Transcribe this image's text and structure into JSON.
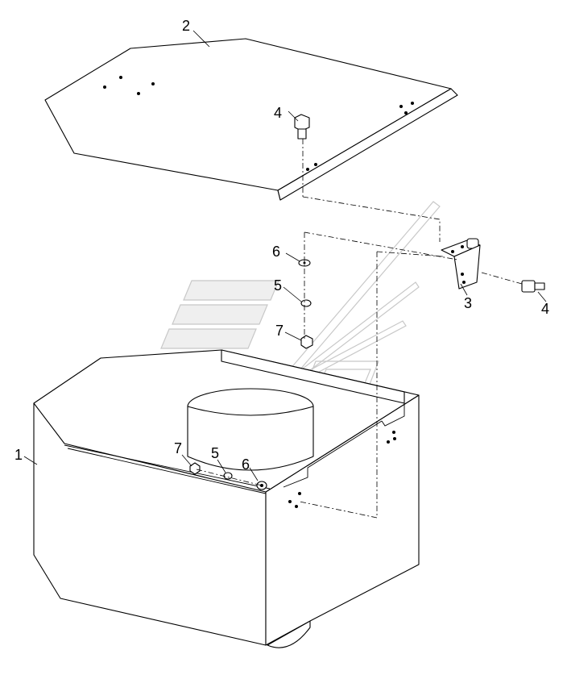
{
  "callouts": {
    "part_1": "1",
    "part_2": "2",
    "part_3": "3",
    "part_4_top": "4",
    "part_4_right": "4",
    "part_5_mid": "5",
    "part_5_low": "5",
    "part_6_mid": "6",
    "part_6_low": "6",
    "part_7_mid": "7",
    "part_7_low": "7"
  },
  "colors": {
    "line": "#000000",
    "watermark": "#c8c8c8",
    "background": "#ffffff"
  }
}
